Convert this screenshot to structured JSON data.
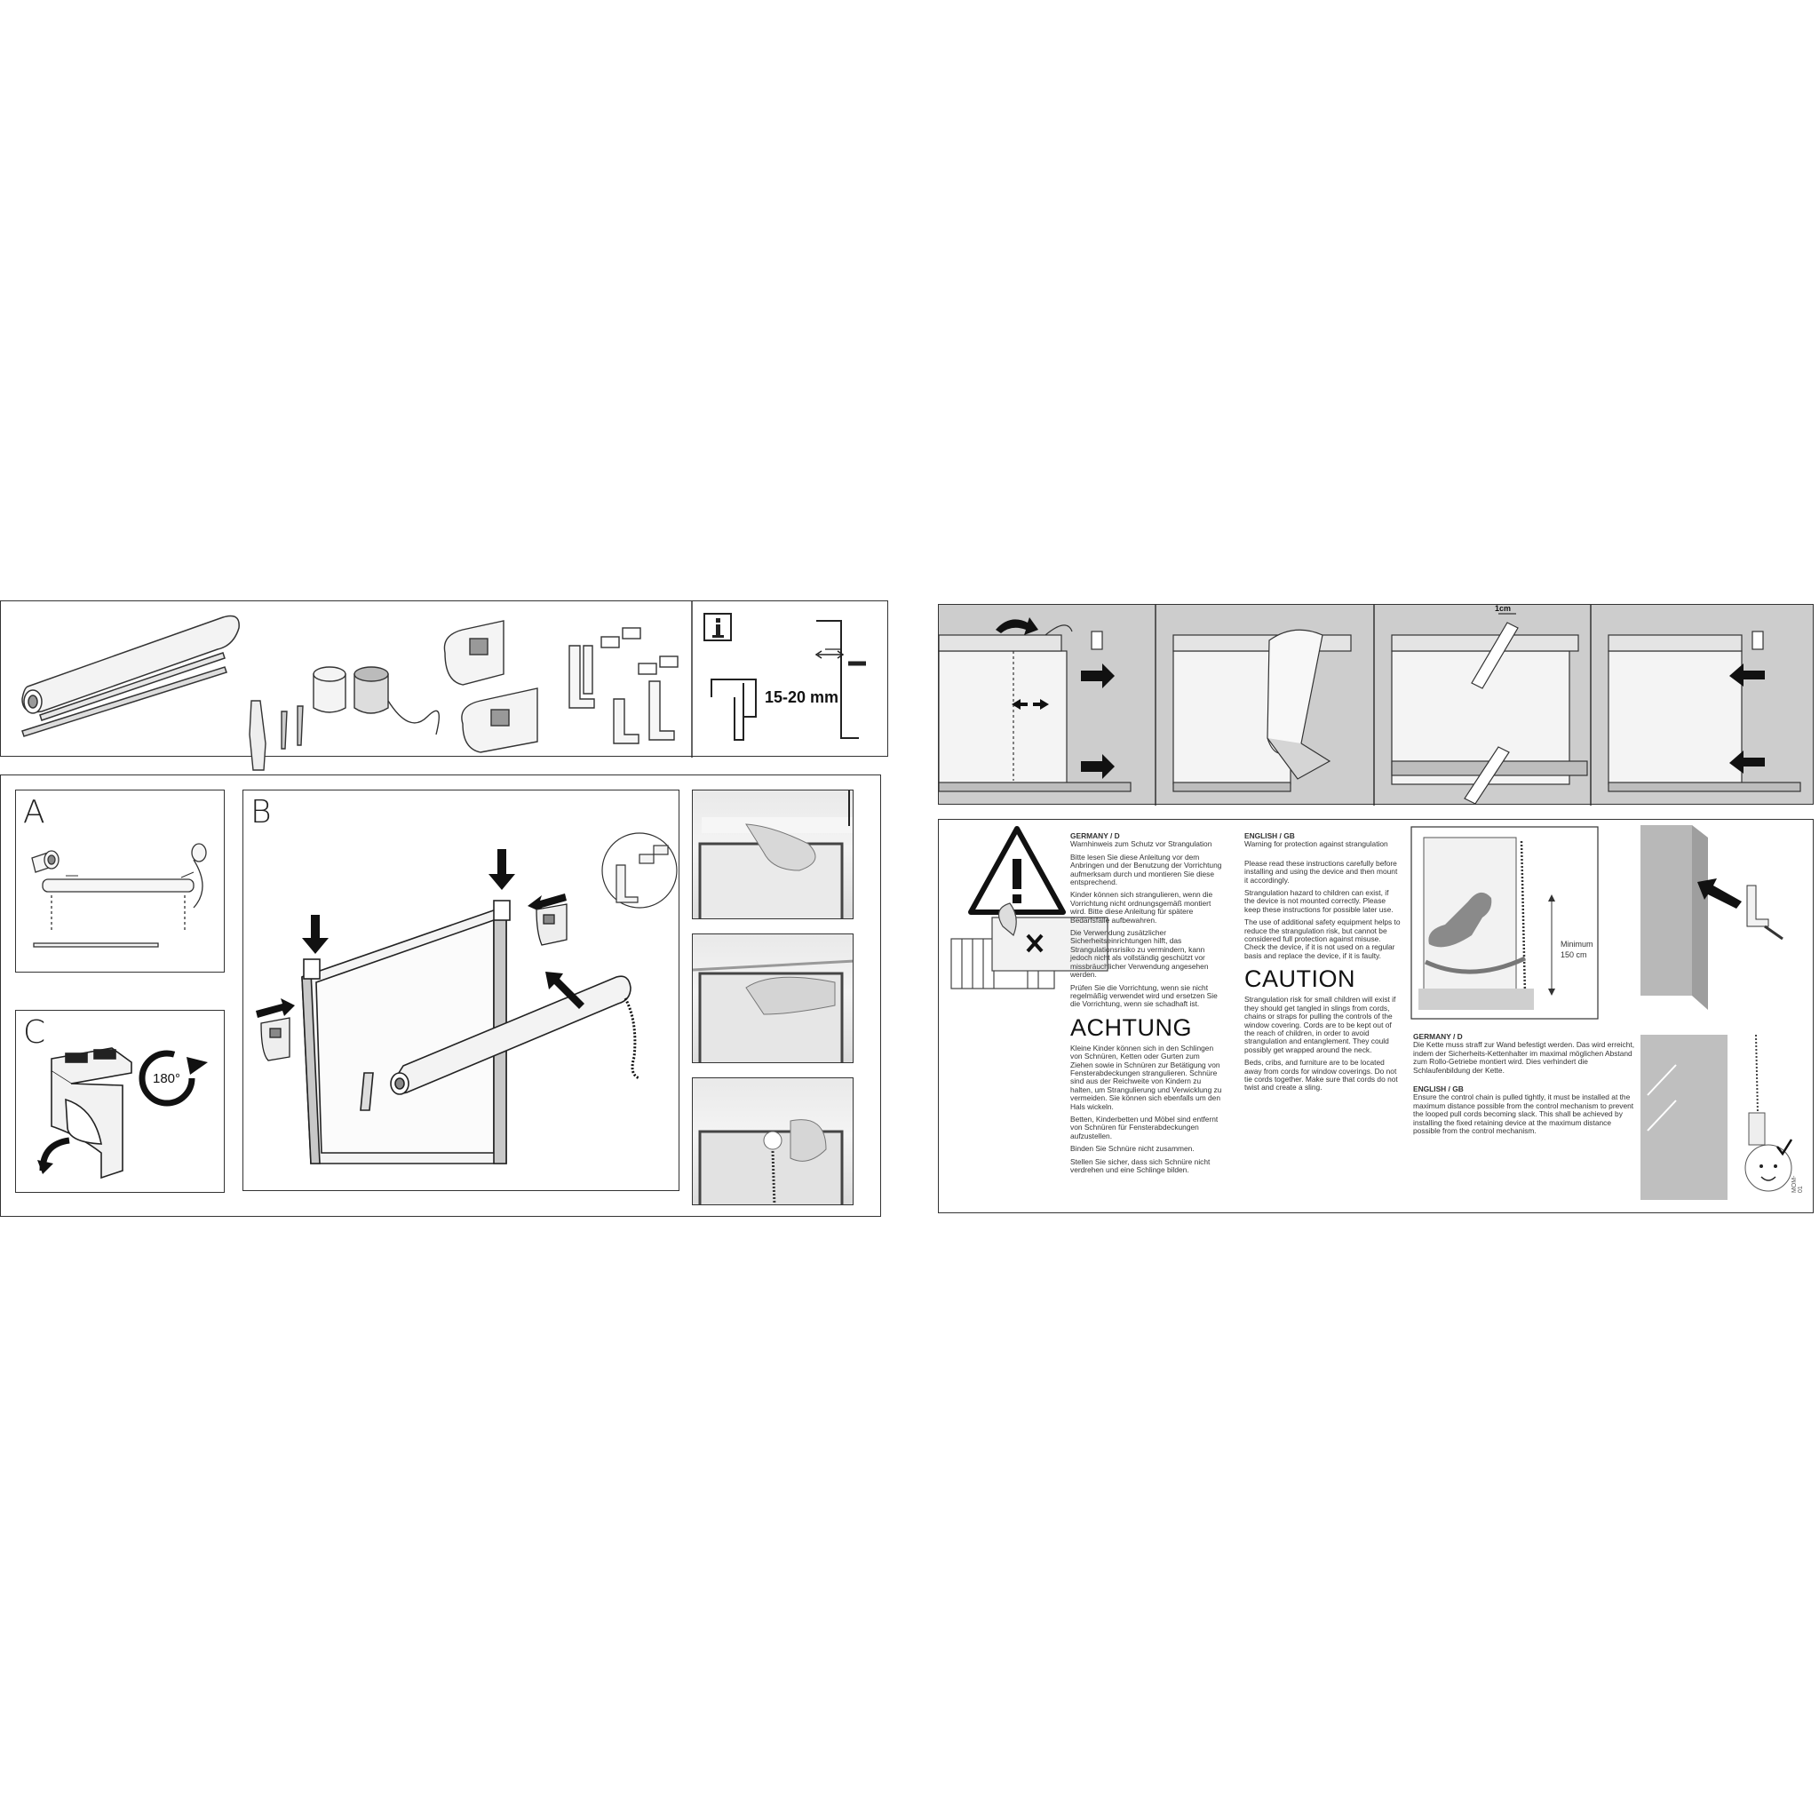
{
  "parts_panel": {
    "info_icon": "info-icon",
    "measure_label": "15-20 mm"
  },
  "assembly": {
    "panel_a": "A",
    "panel_b": "B",
    "panel_c": "C",
    "rotate_label": "180°"
  },
  "cutting": {
    "gap_label": "1cm"
  },
  "safety": {
    "de": {
      "country": "GERMANY / D",
      "subtitle": "Warnhinweis zum Schutz vor Strangulation",
      "p1": "Bitte lesen Sie diese Anleitung vor dem Anbringen und der Benutzung der Vorrichtung aufmerksam durch und montieren Sie diese entsprechend.",
      "p2": "Kinder können sich strangulieren, wenn die Vorrichtung nicht ordnungsgemäß montiert wird. Bitte diese Anleitung für spätere Bedarfsfälle aufbewahren.",
      "p3": "Die Verwendung zusätzlicher Sicherheitseinrichtungen hilft, das Strangulationsrisiko zu vermindern, kann jedoch nicht als vollständig geschützt vor missbräuchlicher Verwendung angesehen werden.",
      "p4": "Prüfen Sie die Vorrichtung, wenn sie nicht regelmäßig verwendet wird und ersetzen Sie die Vorrichtung, wenn sie schadhaft ist.",
      "heading": "ACHTUNG",
      "p5": "Kleine Kinder können sich in den Schlingen von Schnüren, Ketten oder Gurten zum Ziehen sowie in Schnüren zur Betätigung von Fensterabdeckungen strangulieren. Schnüre sind aus der Reichweite von Kindern zu halten, um Strangulierung und Verwicklung zu vermeiden. Sie können sich ebenfalls um den Hals wickeln.",
      "p6": "Betten, Kinderbetten und Möbel sind entfernt von Schnüren für Fensterabdeckungen aufzustellen.",
      "p7": "Binden Sie Schnüre nicht zusammen.",
      "p8": "Stellen Sie sicher, dass sich Schnüre nicht verdrehen und eine Schlinge bilden."
    },
    "en": {
      "country": "ENGLISH / GB",
      "subtitle": "Warning for protection against strangulation",
      "p1": "Please read these instructions carefully before installing and using the device and then mount it accordingly.",
      "p2": "Strangulation hazard to children can exist, if the device is not mounted correctly. Please keep these instructions for possible later use.",
      "p3": "The use of additional safety equipment helps to reduce the strangulation risk, but cannot be considered full protection against misuse. Check the device, if it is not used on a regular basis and replace the device, if it is faulty.",
      "heading": "CAUTION",
      "p4": "Strangulation risk for small children will exist if they should get tangled in slings from cords, chains or straps for pulling the controls of the window covering. Cords are to be kept out of the reach of children, in order to avoid strangulation and entanglement. They could possibly get wrapped around the neck.",
      "p5": "Beds, cribs, and furniture are to be located away from cords for window coverings. Do not tie cords together. Make sure that cords do not twist and create a sling."
    },
    "minimum_label": "Minimum",
    "minimum_value": "150 cm",
    "chain": {
      "de_country": "GERMANY / D",
      "de_text": "Die Kette muss straff zur Wand befestigt werden. Das wird erreicht, indem der Sicherheits-Kettenhalter im maximal möglichen Abstand zum Rollo-Getriebe montiert wird. Dies verhindert die Schlaufenbildung der Kette.",
      "en_country": "ENGLISH / GB",
      "en_text": "Ensure the control chain is pulled tightly, it must be installed at the maximum distance possible from the control mechanism to prevent the looped pull cords becoming slack. This shall be achieved by installing the fixed retaining device at the maximum distance possible from the control mechanism."
    },
    "doc_code": "MOM-01"
  }
}
